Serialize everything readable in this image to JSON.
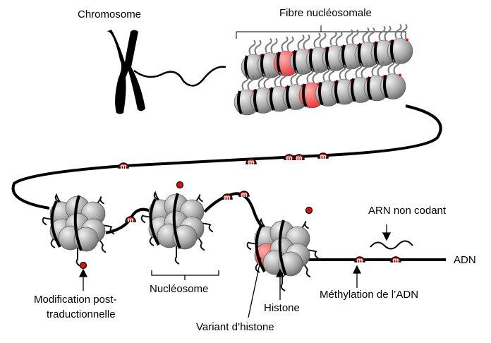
{
  "labels": {
    "chromosome": "Chromosome",
    "fibre": "Fibre nucléosomale",
    "arn": "ARN non codant",
    "adn": "ADN",
    "modification_line1": "Modification post-",
    "modification_line2": "traductionnelle",
    "nucleosome": "Nucléosome",
    "histone": "Histone",
    "methylation": "Méthylation de l’ADN",
    "variant": "Variant d’histone"
  },
  "methyl_mark_letter": "m",
  "colors": {
    "dna": "#000000",
    "histone": "#a9a9a9",
    "variant": "#f25a5a",
    "methyl": "#e01010",
    "tail": "#777777"
  }
}
